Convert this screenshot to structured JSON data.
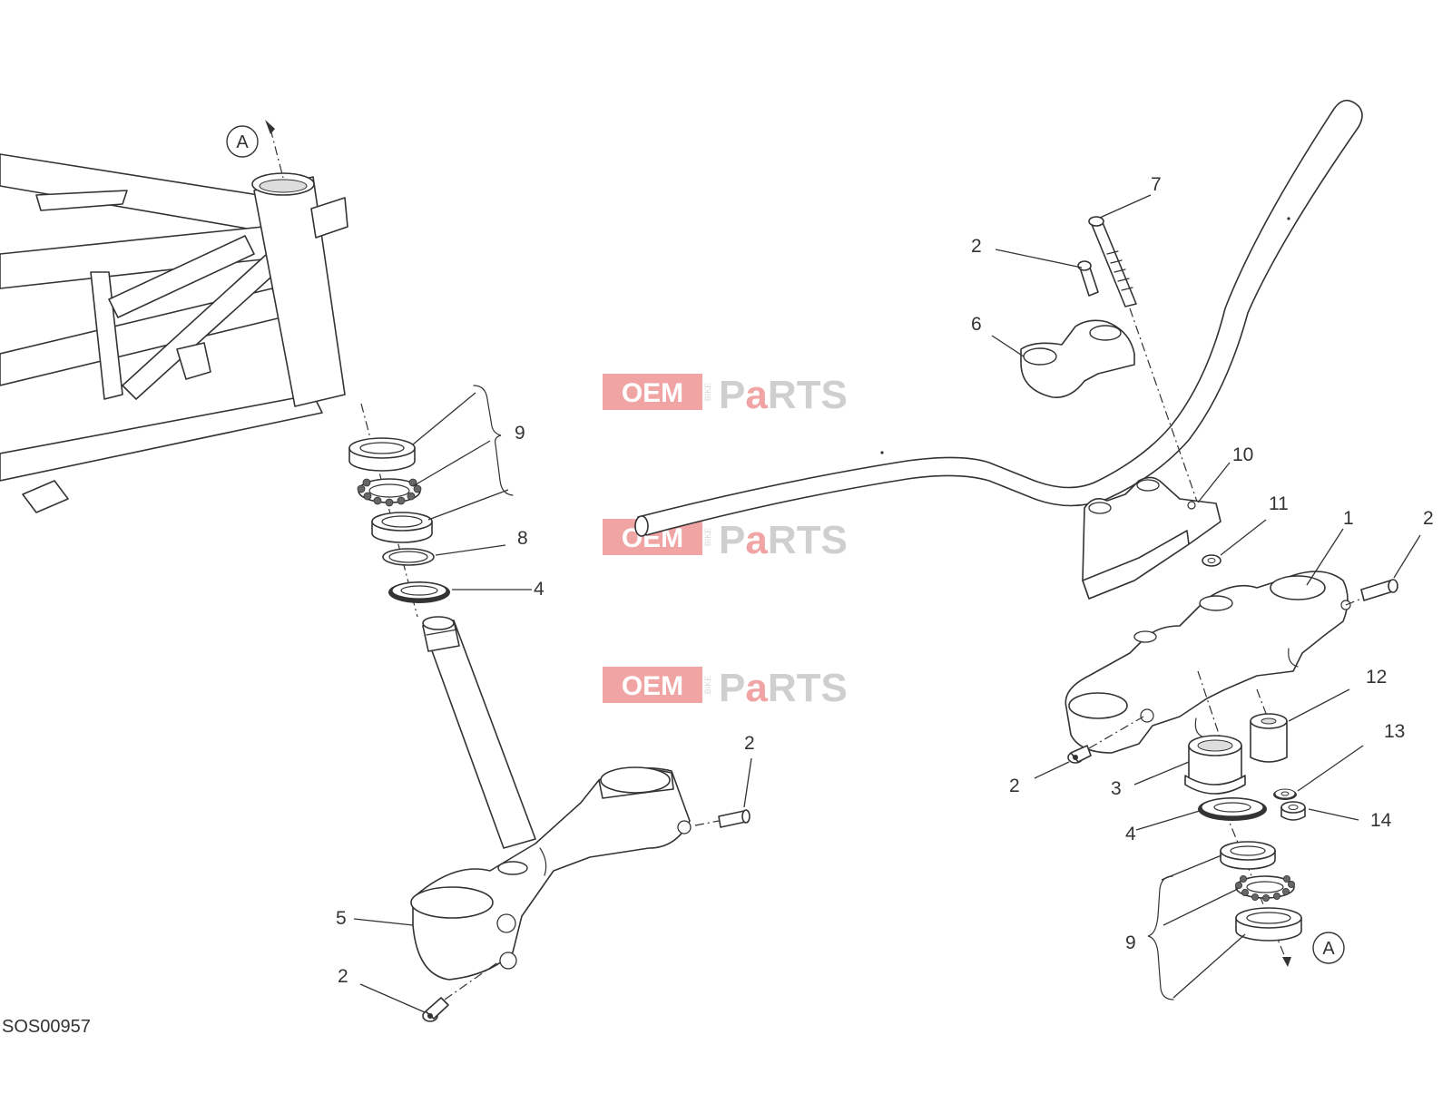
{
  "drawing_code": "SOS00957",
  "view_markers": [
    "A",
    "A"
  ],
  "watermark": {
    "box_text": "OEM",
    "small_text": "BIKE",
    "parts_text": "PaRTS"
  },
  "colors": {
    "line": "#333333",
    "watermark_red": "#e45a5a",
    "watermark_grey": "#a9a9a9"
  },
  "callouts": {
    "left_9": "9",
    "left_8": "8",
    "left_4": "4",
    "left_2_bolt": "2",
    "left_5": "5",
    "left_2_bottom": "2",
    "right_7": "7",
    "right_2_top": "2",
    "right_6": "6",
    "right_10": "10",
    "right_11": "11",
    "right_1": "1",
    "right_2_side": "2",
    "right_12": "12",
    "right_13": "13",
    "right_2_left": "2",
    "right_3": "3",
    "right_4": "4",
    "right_14": "14",
    "right_9": "9"
  }
}
